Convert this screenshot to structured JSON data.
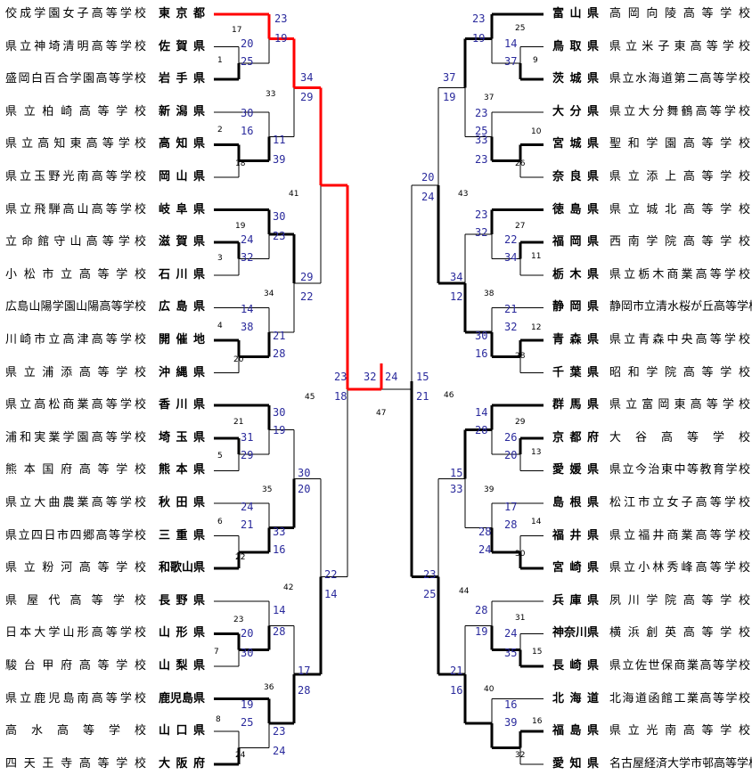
{
  "left_teams": [
    {
      "school": "佼成学園女子高等学校",
      "pref": "東京都"
    },
    {
      "school": "県立神埼清明高等学校",
      "pref": "佐賀県"
    },
    {
      "school": "盛岡白百合学園高等学校",
      "pref": "岩手県"
    },
    {
      "school": "県立柏崎高等学校",
      "pref": "新潟県"
    },
    {
      "school": "県立高知東高等学校",
      "pref": "高知県"
    },
    {
      "school": "県立玉野光南高等学校",
      "pref": "岡山県"
    },
    {
      "school": "県立飛騨高山高等学校",
      "pref": "岐阜県"
    },
    {
      "school": "立命館守山高等学校",
      "pref": "滋賀県"
    },
    {
      "school": "小松市立高等学校",
      "pref": "石川県"
    },
    {
      "school": "広島山陽学園山陽高等学校",
      "pref": "広島県"
    },
    {
      "school": "川崎市立高津高等学校",
      "pref": "開催地"
    },
    {
      "school": "県立浦添高等学校",
      "pref": "沖縄県"
    },
    {
      "school": "県立高松商業高等学校",
      "pref": "香川県"
    },
    {
      "school": "浦和実業学園高等学校",
      "pref": "埼玉県"
    },
    {
      "school": "熊本国府高等学校",
      "pref": "熊本県"
    },
    {
      "school": "県立大曲農業高等学校",
      "pref": "秋田県"
    },
    {
      "school": "県立四日市四郷高等学校",
      "pref": "三重県"
    },
    {
      "school": "県立粉河高等学校",
      "pref": "和歌山県"
    },
    {
      "school": "県屋代高等学校",
      "pref": "長野県"
    },
    {
      "school": "日本大学山形高等学校",
      "pref": "山形県"
    },
    {
      "school": "駿台甲府高等学校",
      "pref": "山梨県"
    },
    {
      "school": "県立鹿児島南高等学校",
      "pref": "鹿児島県"
    },
    {
      "school": "高水高等学校",
      "pref": "山口県"
    },
    {
      "school": "四天王寺高等学校",
      "pref": "大阪府"
    }
  ],
  "right_teams": [
    {
      "school": "高岡向陵高等学校",
      "pref": "富山県"
    },
    {
      "school": "県立米子東高等学校",
      "pref": "鳥取県"
    },
    {
      "school": "県立水海道第二高等学校",
      "pref": "茨城県"
    },
    {
      "school": "県立大分舞鶴高等学校",
      "pref": "大分県"
    },
    {
      "school": "聖和学園高等学校",
      "pref": "宮城県"
    },
    {
      "school": "県立添上高等学校",
      "pref": "奈良県"
    },
    {
      "school": "県立城北高等学校",
      "pref": "徳島県"
    },
    {
      "school": "西南学院高等学校",
      "pref": "福岡県"
    },
    {
      "school": "県立栃木商業高等学校",
      "pref": "栃木県"
    },
    {
      "school": "静岡市立清水桜が丘高等学校",
      "pref": "静岡県"
    },
    {
      "school": "県立青森中央高等学校",
      "pref": "青森県"
    },
    {
      "school": "昭和学院高等学校",
      "pref": "千葉県"
    },
    {
      "school": "県立富岡東高等学校",
      "pref": "群馬県"
    },
    {
      "school": "大谷高等学校",
      "pref": "京都府"
    },
    {
      "school": "県立今治東中等教育学校",
      "pref": "愛媛県"
    },
    {
      "school": "松江市立女子高等学校",
      "pref": "島根県"
    },
    {
      "school": "県立福井商業高等学校",
      "pref": "福井県"
    },
    {
      "school": "県立小林秀峰高等学校",
      "pref": "宮崎県"
    },
    {
      "school": "夙川学院高等学校",
      "pref": "兵庫県"
    },
    {
      "school": "横浜創英高等学校",
      "pref": "神奈川県"
    },
    {
      "school": "県立佐世保商業高等学校",
      "pref": "長崎県"
    },
    {
      "school": "北海道函館工業高等学校",
      "pref": "北海道"
    },
    {
      "school": "県立光南高等学校",
      "pref": "福島県"
    },
    {
      "school": "名古屋経済大学市邨高等学校",
      "pref": "愛知県"
    }
  ],
  "scores": [
    "23",
    "19",
    "20",
    "25",
    "34",
    "29",
    "30",
    "16",
    "11",
    "39",
    "28",
    "14",
    "30",
    "23",
    "24",
    "32",
    "29",
    "22",
    "14",
    "38",
    "21",
    "28",
    "23",
    "18",
    "32",
    "24",
    "15",
    "21",
    "30",
    "19",
    "31",
    "29",
    "30",
    "20",
    "24",
    "21",
    "33",
    "16",
    "22",
    "14",
    "14",
    "28",
    "20",
    "30",
    "17",
    "28",
    "19",
    "25",
    "23",
    "24",
    "23",
    "19",
    "14",
    "37",
    "37",
    "19",
    "23",
    "25",
    "33",
    "23",
    "25",
    "15",
    "20",
    "24",
    "23",
    "32",
    "22",
    "34",
    "34",
    "12",
    "21",
    "32",
    "30",
    "16",
    "14",
    "28",
    "26",
    "20",
    "15",
    "33",
    "17",
    "28",
    "28",
    "24",
    "23",
    "25",
    "28",
    "19",
    "24",
    "35",
    "21",
    "16",
    "16",
    "39"
  ],
  "match_numbers": [
    "17",
    "1",
    "33",
    "2",
    "18",
    "41",
    "19",
    "3",
    "34",
    "4",
    "20",
    "45",
    "21",
    "5",
    "35",
    "6",
    "22",
    "42",
    "23",
    "7",
    "36",
    "8",
    "24",
    "47",
    "25",
    "9",
    "37",
    "10",
    "26",
    "43",
    "27",
    "11",
    "38",
    "12",
    "28",
    "46",
    "29",
    "13",
    "39",
    "14",
    "30",
    "44",
    "31",
    "15",
    "40",
    "16",
    "32"
  ],
  "colors": {
    "winner_path": "#ff0000",
    "line": "#000000",
    "score": "#2a2a9c"
  }
}
